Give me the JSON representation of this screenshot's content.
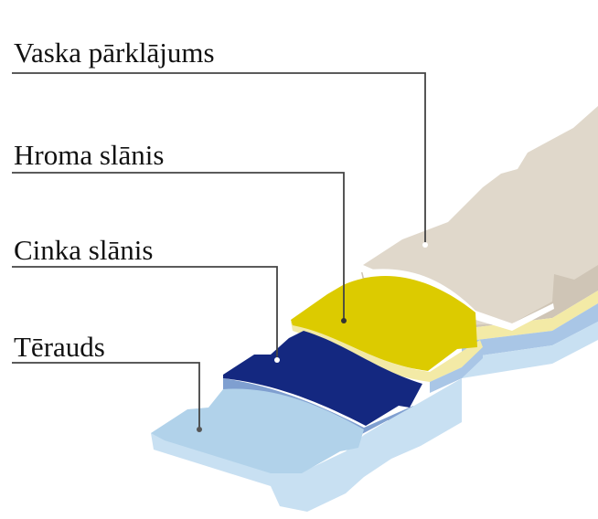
{
  "labels": {
    "wax": "Vaska pārklājums",
    "chrome": "Hroma slānis",
    "zinc": "Cinka slānis",
    "steel": "Tērauds"
  },
  "colors": {
    "wax_top": "#e0d8cb",
    "wax_side": "#cfc5b6",
    "chrome_top": "#dccb00",
    "chrome_side": "#f3eaa6",
    "zinc_top": "#142880",
    "zinc_side": "#7f9fd0",
    "steel_top": "#b1d2ea",
    "steel_side": "#c8e0f2",
    "leader": "#444444"
  }
}
